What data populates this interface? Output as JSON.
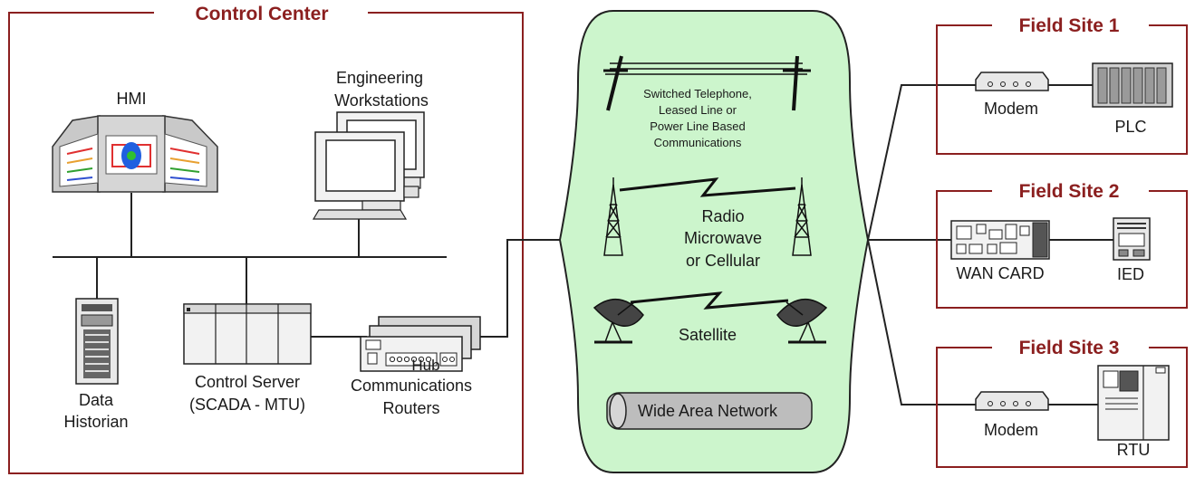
{
  "control_center": {
    "title": "Control Center",
    "hmi": "HMI",
    "eng_line1": "Engineering",
    "eng_line2": "Workstations",
    "historian_line1": "Data",
    "historian_line2": "Historian",
    "server_line1": "Control Server",
    "server_line2": "(SCADA - MTU)",
    "router_line1": "Communications",
    "router_line2": "Routers",
    "router_partial": "Hub"
  },
  "wan": {
    "telephone_lines": [
      "Switched Telephone,",
      "Leased Line or",
      "Power Line Based",
      "Communications"
    ],
    "radio_lines": [
      "Radio",
      "Microwave",
      "or Cellular"
    ],
    "satellite": "Satellite",
    "wide_area_network": "Wide Area Network",
    "cloud_color": "#ccf5cc"
  },
  "field_sites": [
    {
      "title": "Field Site 1",
      "left_device": "Modem",
      "right_device": "PLC"
    },
    {
      "title": "Field Site 2",
      "left_device": "WAN CARD",
      "right_device": "IED"
    },
    {
      "title": "Field Site 3",
      "left_device": "Modem",
      "right_device": "RTU"
    }
  ],
  "colors": {
    "title_red": "#8b1f1f",
    "border": "#8b1f1f"
  }
}
